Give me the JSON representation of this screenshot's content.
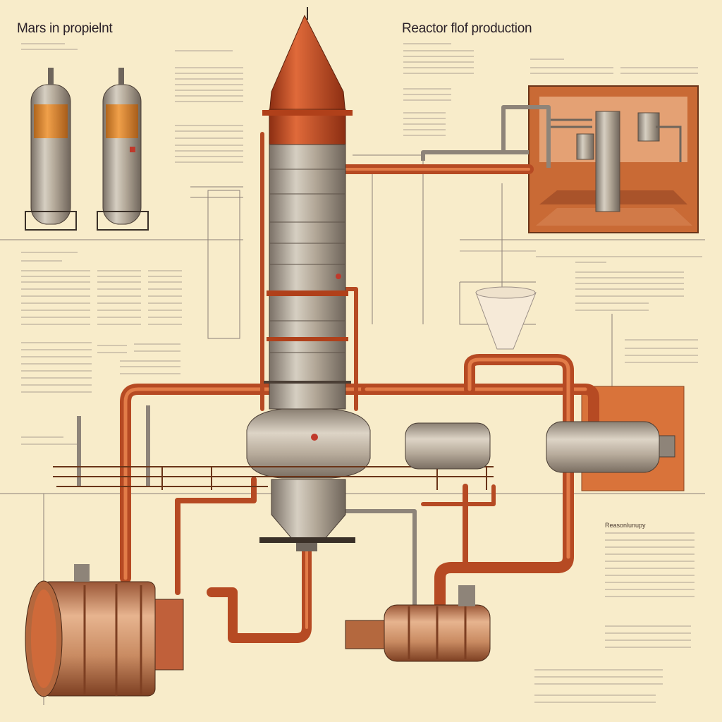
{
  "titles": {
    "left": "Mars in propielnt",
    "right": "Reactor flof production"
  },
  "annotation": "Reasonlunupy",
  "colors": {
    "background": "#f8ecca",
    "pipe_copper": "#c9532a",
    "steel": "#a79d8e",
    "rocket_cap": "#c24a22",
    "panel_orange": "#d0672f",
    "blueprint_line": "#9b8f86"
  }
}
